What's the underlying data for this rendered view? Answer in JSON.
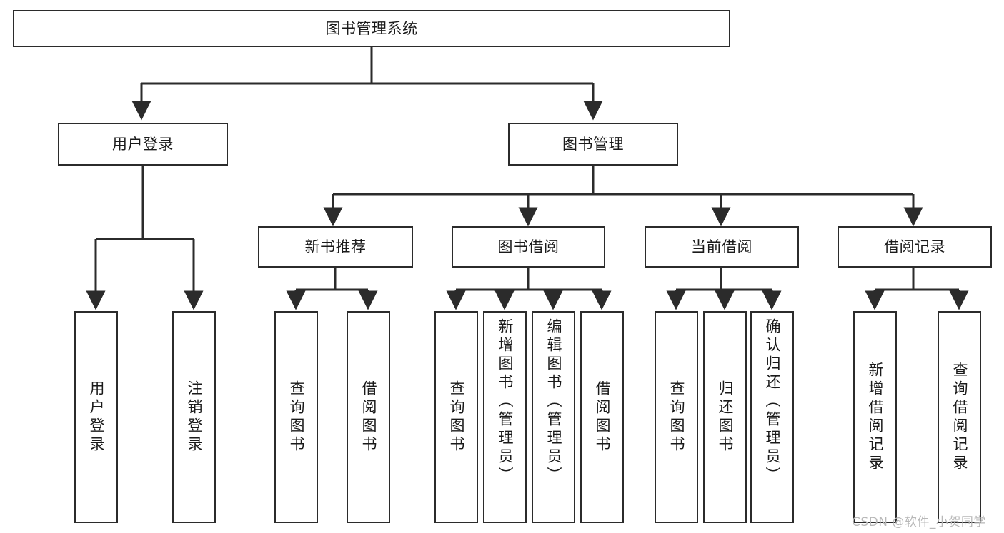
{
  "diagram": {
    "type": "tree-hierarchy",
    "title": "图书管理系统",
    "watermark": "CSDN @软件_小贺同学",
    "colors": {
      "stroke": "#2b2b2b",
      "fill": "#ffffff",
      "text": "#1a1a1a",
      "watermark": "#b8b8b8"
    },
    "levels": {
      "root": {
        "label": "图书管理系统"
      },
      "level2": [
        {
          "id": "user-login",
          "label": "用户登录"
        },
        {
          "id": "book-manage",
          "label": "图书管理"
        }
      ],
      "level3": [
        {
          "id": "new-book-recommend",
          "label": "新书推荐"
        },
        {
          "id": "book-borrow",
          "label": "图书借阅"
        },
        {
          "id": "current-borrow",
          "label": "当前借阅"
        },
        {
          "id": "borrow-record",
          "label": "借阅记录"
        }
      ],
      "leaves": [
        {
          "id": "leaf-user-login",
          "label": "用户登录",
          "parent": "user-login"
        },
        {
          "id": "leaf-user-logout",
          "label": "注销登录",
          "parent": "user-login"
        },
        {
          "id": "leaf-query-book-1",
          "label": "查询图书",
          "parent": "new-book-recommend"
        },
        {
          "id": "leaf-borrow-book-1",
          "label": "借阅图书",
          "parent": "new-book-recommend"
        },
        {
          "id": "leaf-query-book-2",
          "label": "查询图书",
          "parent": "book-borrow"
        },
        {
          "id": "leaf-add-book",
          "label": "新增图书（管理员）",
          "parent": "book-borrow"
        },
        {
          "id": "leaf-edit-book",
          "label": "编辑图书（管理员）",
          "parent": "book-borrow"
        },
        {
          "id": "leaf-borrow-book-2",
          "label": "借阅图书",
          "parent": "book-borrow"
        },
        {
          "id": "leaf-query-book-3",
          "label": "查询图书",
          "parent": "current-borrow"
        },
        {
          "id": "leaf-return-book",
          "label": "归还图书",
          "parent": "current-borrow"
        },
        {
          "id": "leaf-confirm-return",
          "label": "确认归还（管理员）",
          "parent": "current-borrow"
        },
        {
          "id": "leaf-add-record",
          "label": "新增借阅记录",
          "parent": "borrow-record"
        },
        {
          "id": "leaf-query-record",
          "label": "查询借阅记录",
          "parent": "borrow-record"
        }
      ]
    }
  }
}
